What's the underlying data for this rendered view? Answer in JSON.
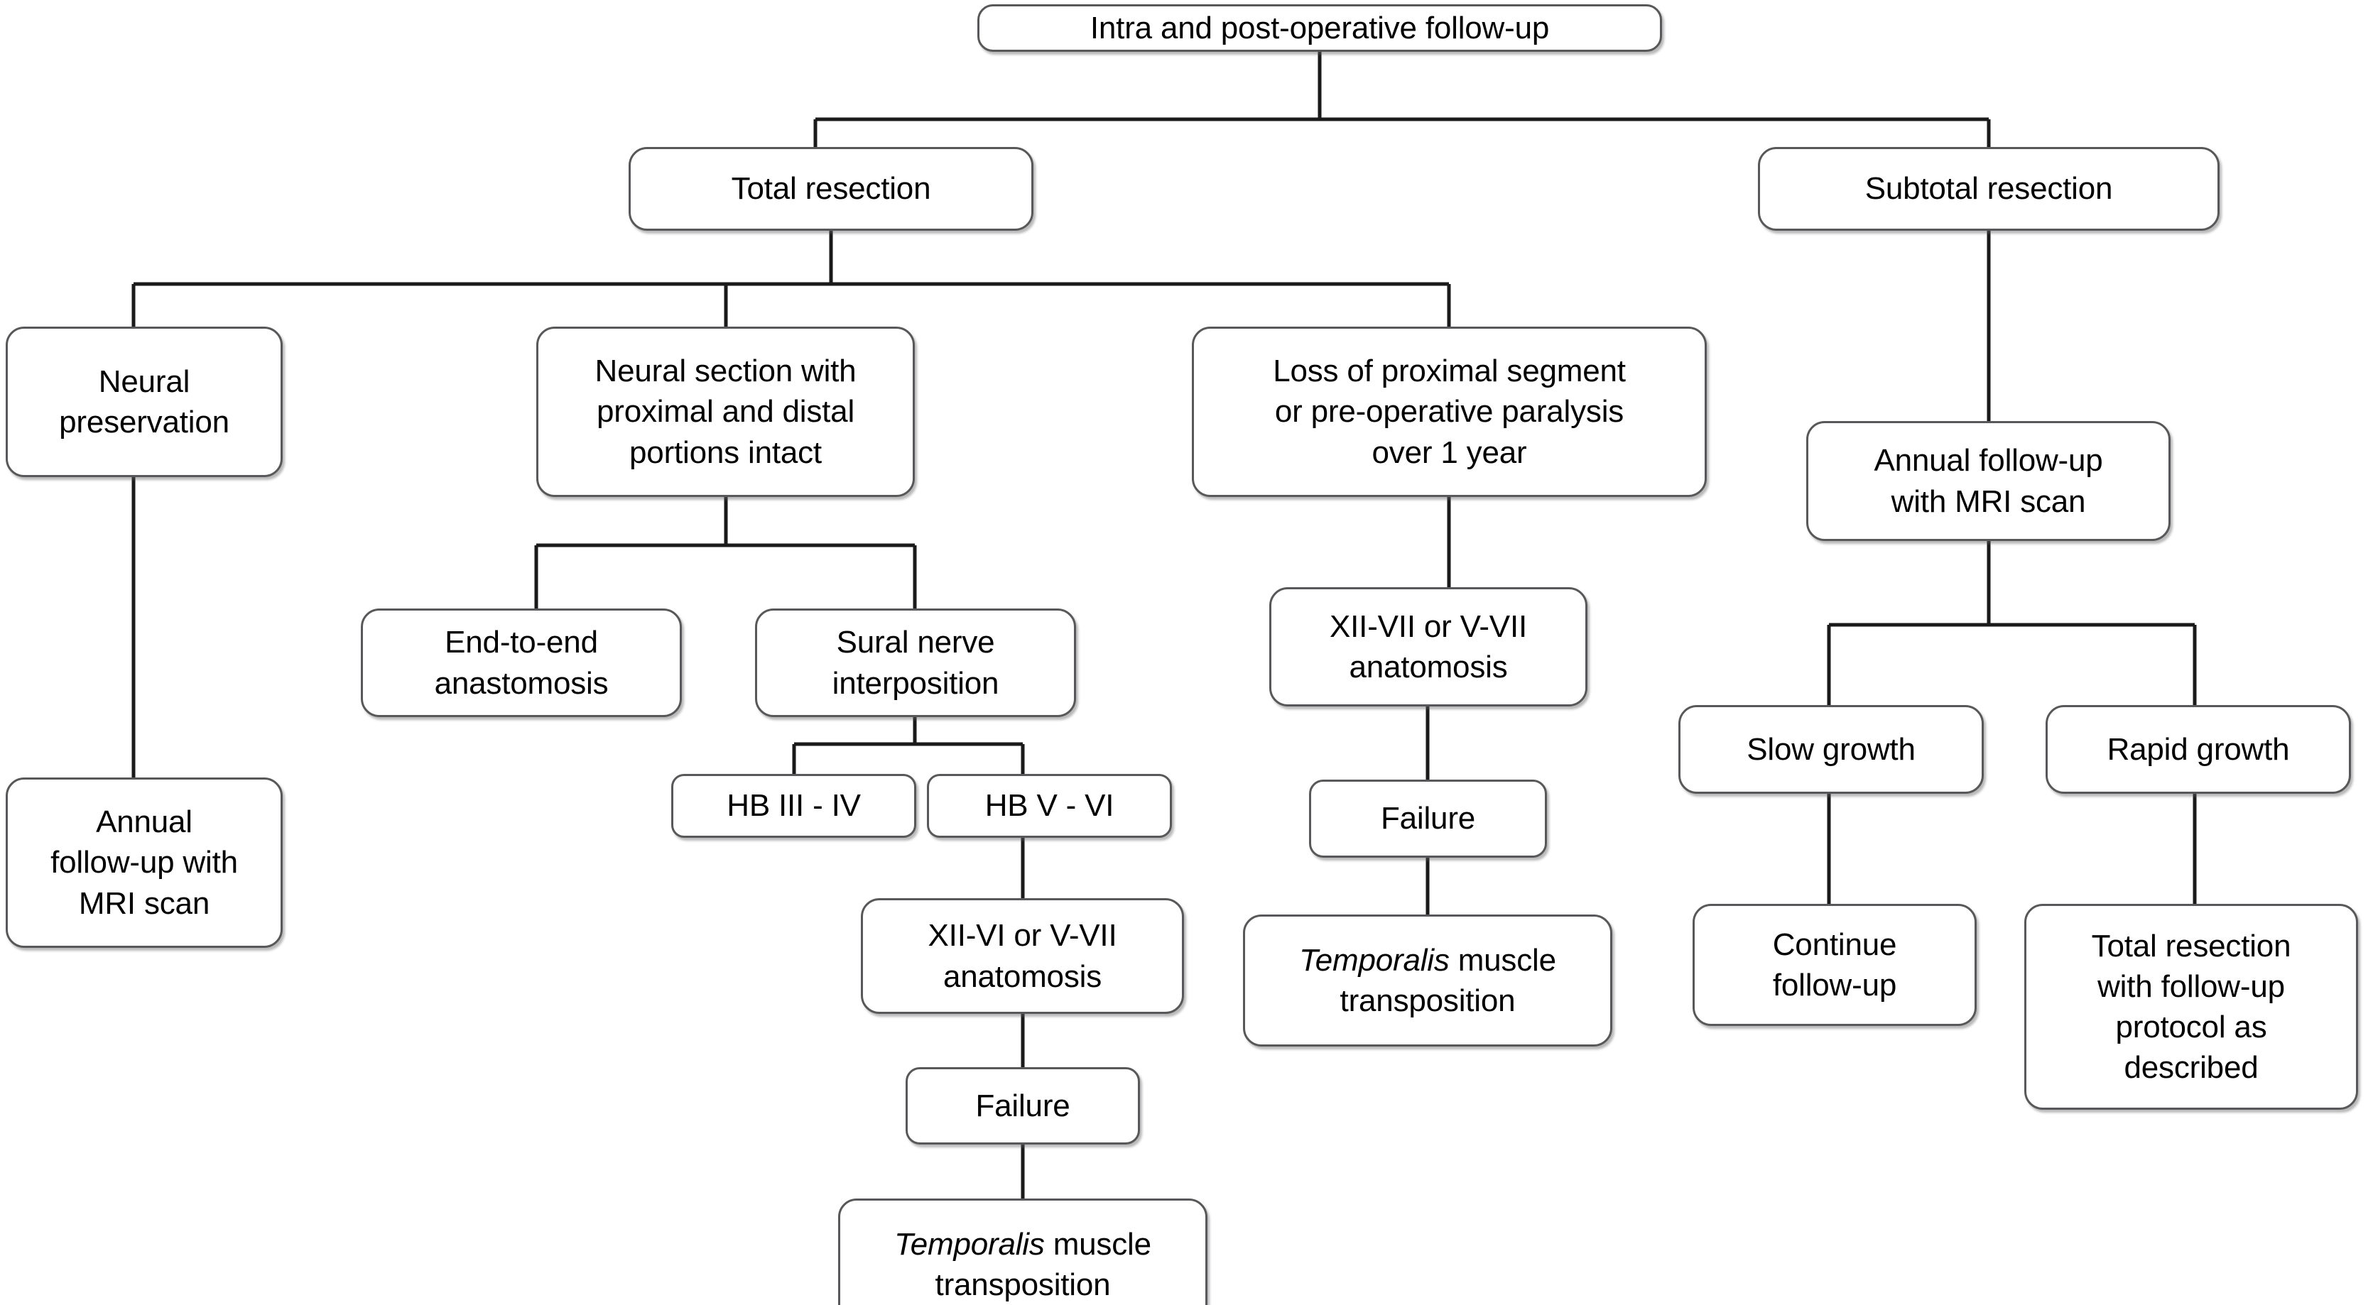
{
  "diagram": {
    "title": "Intra and post-operative follow-up",
    "type": "flowchart",
    "orientation": "top-down",
    "background_color": "#ffffff",
    "node_border_color": "#58585a",
    "node_fill_color": "#ffffff",
    "edge_color": "#1a1a1a",
    "text_color": "#000000"
  },
  "nodes": {
    "root": {
      "label": "Intra and post-operative follow-up"
    },
    "total_resection": {
      "label": "Total resection"
    },
    "subtotal_resection": {
      "label": "Subtotal resection"
    },
    "neural_preservation": {
      "line1": "Neural",
      "line2": "preservation"
    },
    "neural_section": {
      "line1": "Neural section with",
      "line2": "proximal and distal",
      "line3": "portions intact"
    },
    "loss_proximal": {
      "line1": "Loss of proximal segment",
      "line2": "or pre-operative paralysis",
      "line3": "over 1 year"
    },
    "annual_mri_right": {
      "line1": "Annual follow-up",
      "line2": "with MRI scan"
    },
    "annual_mri_left": {
      "line1": "Annual",
      "line2": "follow-up with",
      "line3": "MRI scan"
    },
    "end_to_end": {
      "line1": "End-to-end",
      "line2": "anastomosis"
    },
    "sural_nerve": {
      "line1": "Sural nerve",
      "line2": "interposition"
    },
    "xii_vii_right": {
      "line1": "XII-VII or V-VII",
      "line2": "anatomosis"
    },
    "failure_right": {
      "label": "Failure"
    },
    "temporalis_right": {
      "italic": "Temporalis",
      "rest": " muscle",
      "line2": "transposition"
    },
    "hb_3_4": {
      "label": "HB III - IV"
    },
    "hb_5_6": {
      "label": "HB V - VI"
    },
    "xii_vi_center": {
      "line1": "XII-VI or V-VII",
      "line2": "anatomosis"
    },
    "failure_center": {
      "label": "Failure"
    },
    "temporalis_center": {
      "italic": "Temporalis",
      "rest": " muscle",
      "line2": "transposition"
    },
    "slow_growth": {
      "label": "Slow growth"
    },
    "rapid_growth": {
      "label": "Rapid growth"
    },
    "continue_followup": {
      "line1": "Continue",
      "line2": "follow-up"
    },
    "total_resection_protocol": {
      "line1": "Total resection",
      "line2": "with follow-up",
      "line3": "protocol as",
      "line4": "described"
    }
  }
}
